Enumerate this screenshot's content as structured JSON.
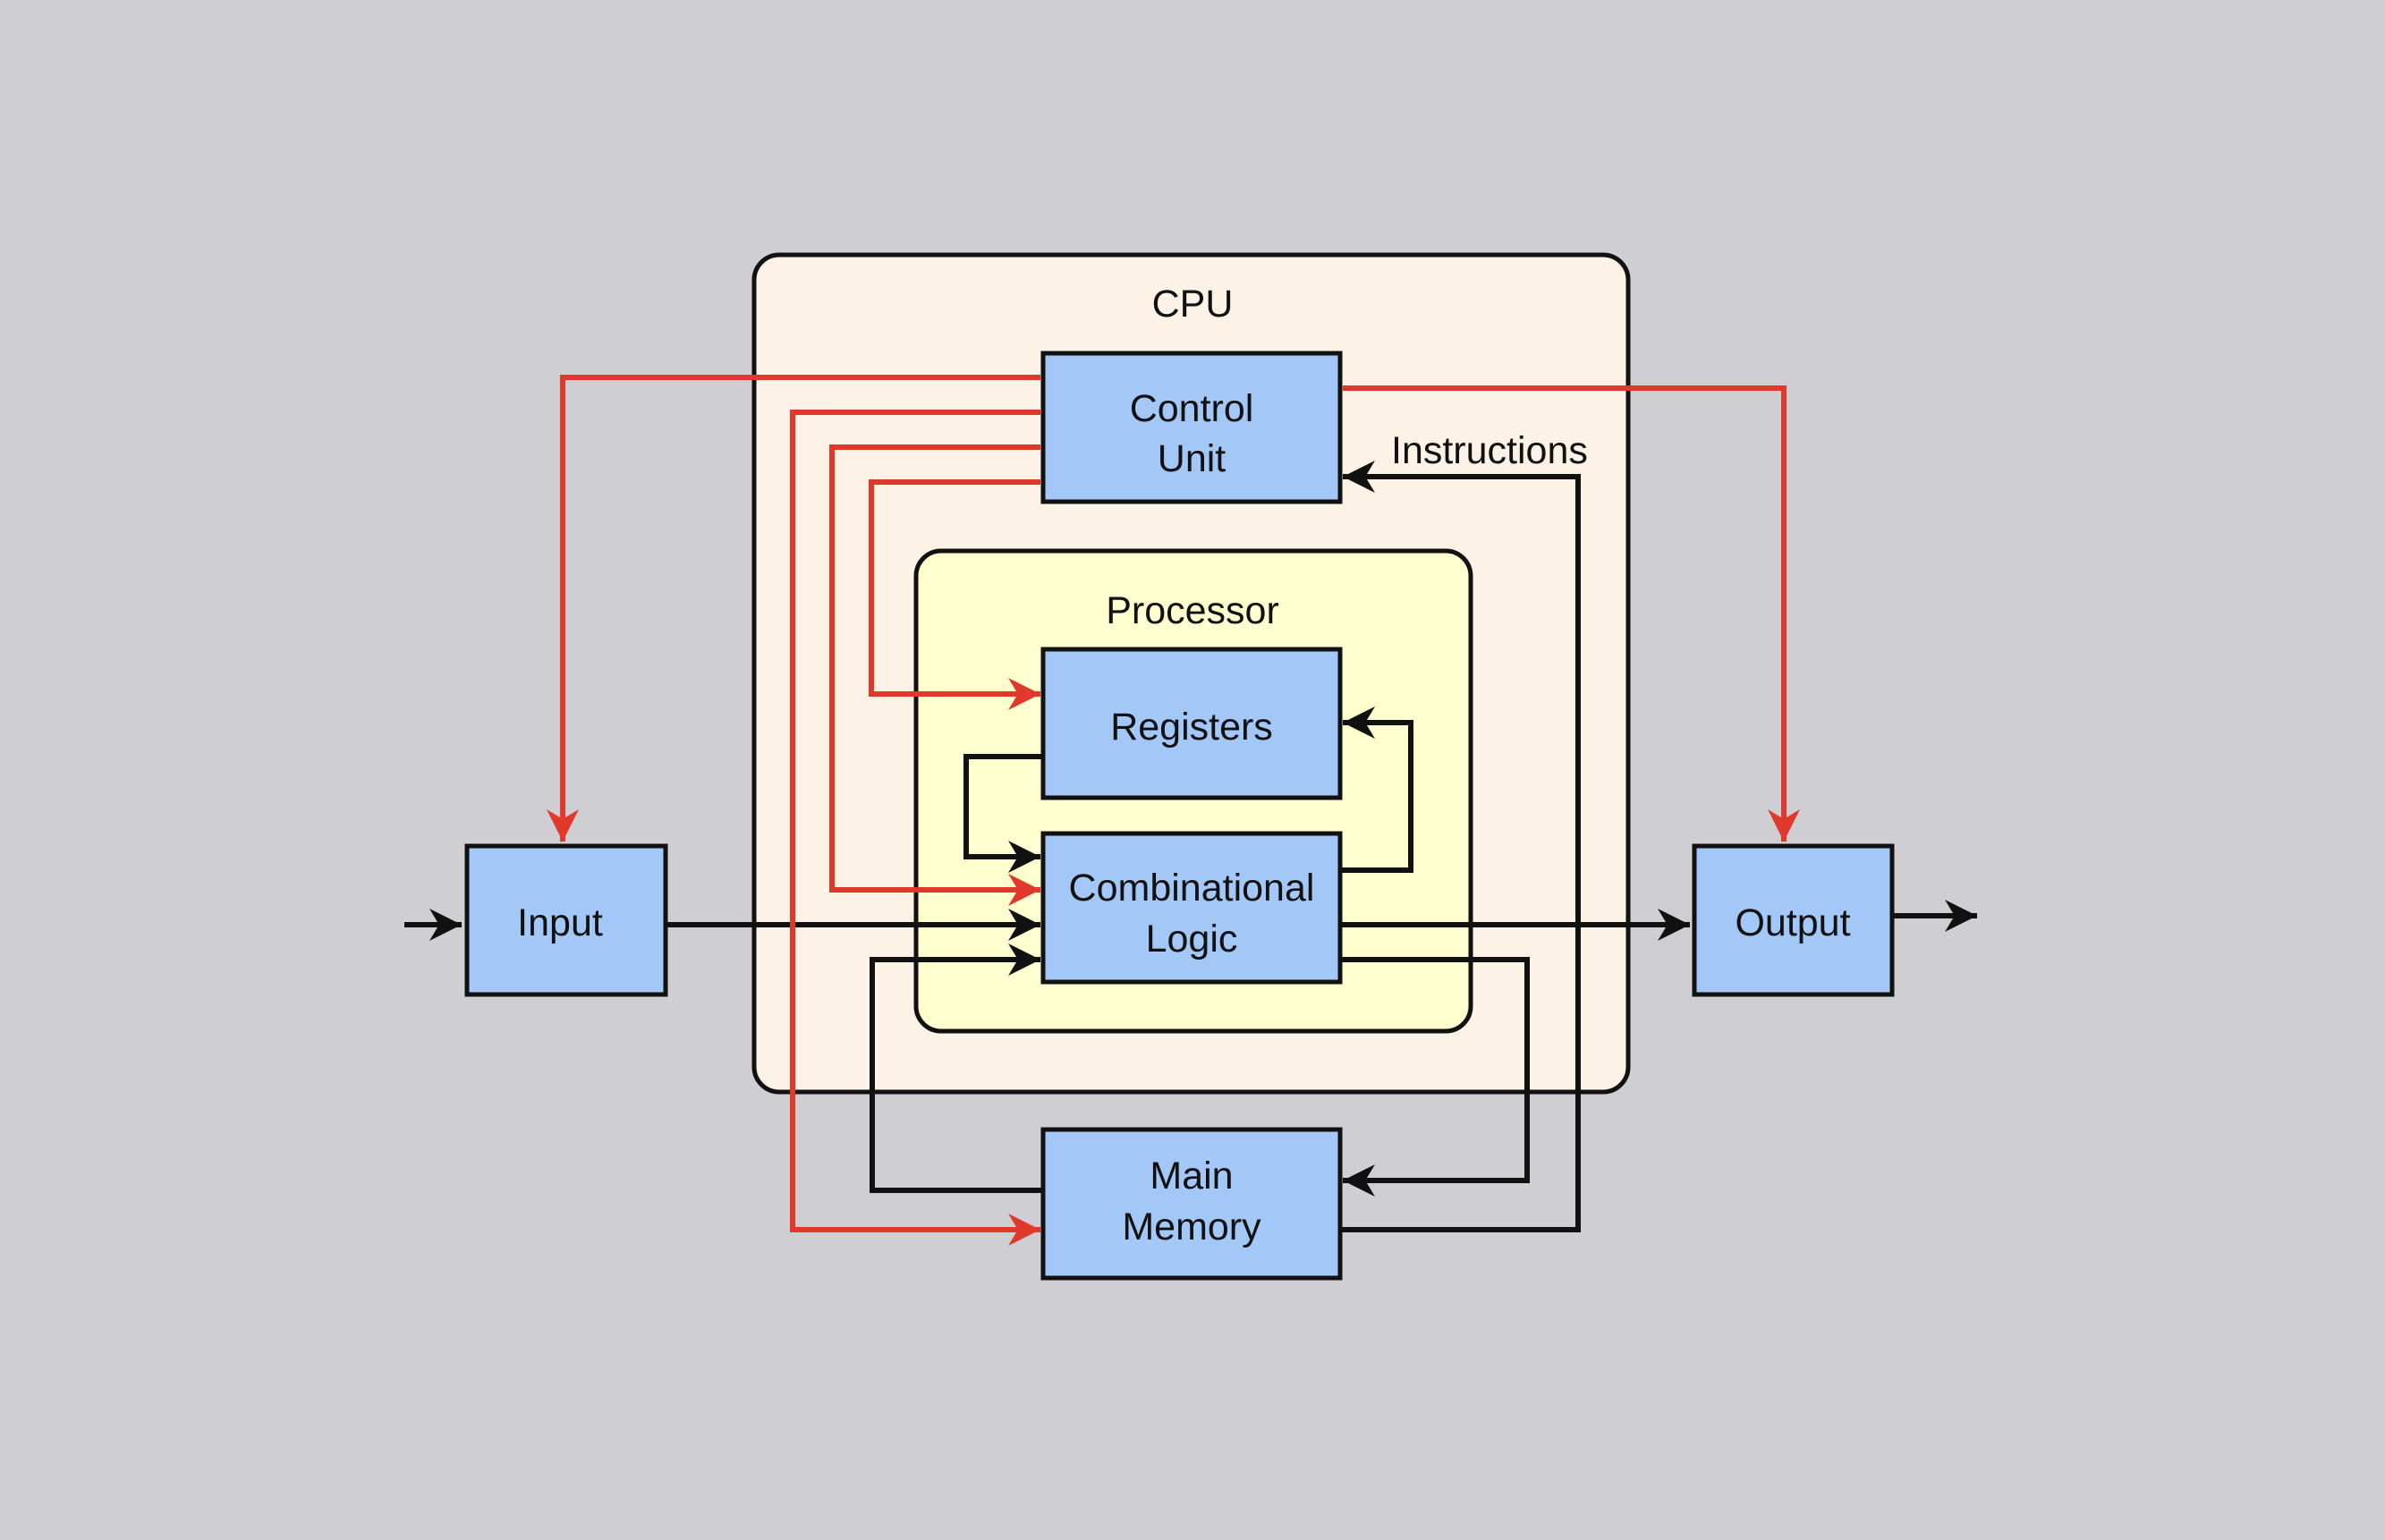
{
  "colors": {
    "background": "#cfced3",
    "cpu_fill": "#fcf2e6",
    "processor_fill": "#ffffd0",
    "block_fill": "#a3c8f8",
    "control_line": "#e0392b",
    "data_line": "#111111"
  },
  "cpu": {
    "label": "CPU"
  },
  "processor": {
    "label": "Processor"
  },
  "blocks": {
    "control_unit": [
      "Control",
      "Unit"
    ],
    "registers": "Registers",
    "combinational_logic": [
      "Combinational",
      "Logic"
    ],
    "input": "Input",
    "output": "Output",
    "main_memory": [
      "Main",
      "Memory"
    ]
  },
  "labels": {
    "instructions": "Instructions"
  }
}
